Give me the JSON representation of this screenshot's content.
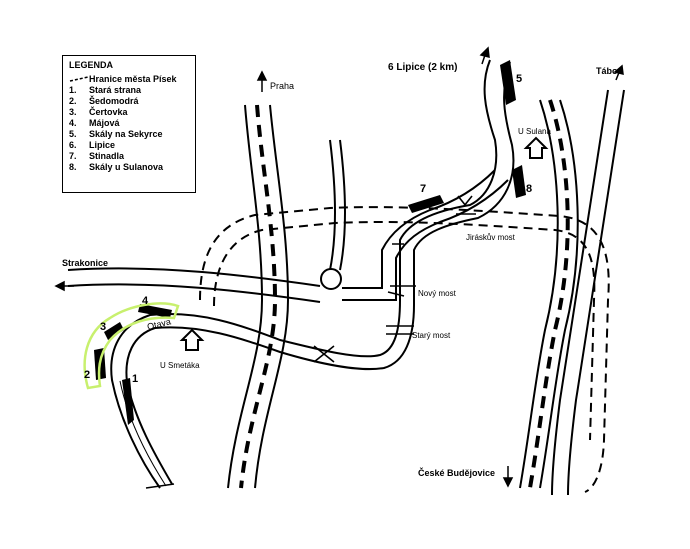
{
  "legend": {
    "title": "LEGENDA",
    "boundary_label": "Hranice města Písek",
    "items": [
      {
        "num": "1.",
        "label": "Stará strana"
      },
      {
        "num": "2.",
        "label": "Šedomodrá"
      },
      {
        "num": "3.",
        "label": "Čertovka"
      },
      {
        "num": "4.",
        "label": "Májová"
      },
      {
        "num": "5.",
        "label": "Skály na Sekyrce"
      },
      {
        "num": "6.",
        "label": "Lipice"
      },
      {
        "num": "7.",
        "label": "Stinadla"
      },
      {
        "num": "8.",
        "label": "Skály u Sulanova"
      }
    ]
  },
  "directions": {
    "praha": "Praha",
    "tabor": "Tábor",
    "strakonice": "Strakonice",
    "ceske_budejovice": "České Budějovice",
    "lipice": "6 Lipice (2 km)"
  },
  "places": {
    "u_sulana": "U Sulana",
    "u_smetaka": "U Smetáka",
    "otava": "Otava"
  },
  "bridges": {
    "jiraskuv": "Jiráskův most",
    "novy": "Nový most",
    "stary": "Starý most"
  },
  "site_numbers": {
    "n1": "1",
    "n2": "2",
    "n3": "3",
    "n4": "4",
    "n5": "5",
    "n7": "7",
    "n8": "8"
  },
  "colors": {
    "highlight": "#c8f06e",
    "ink": "#000000"
  }
}
